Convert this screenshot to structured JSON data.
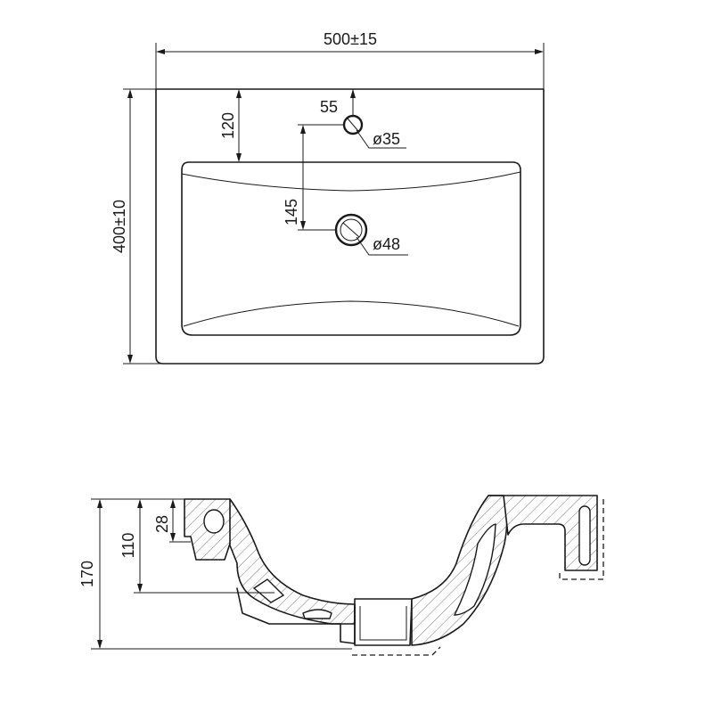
{
  "dimensions": {
    "width_overall": "500±15",
    "depth_overall": "400±10",
    "tap_hole_offset": "55",
    "tap_hole_diameter": "ø35",
    "bowl_edge_offset": "120",
    "drain_offset": "145",
    "drain_diameter": "ø48",
    "height_overall": "170",
    "overflow_height": "110",
    "overflow_hole": "28"
  }
}
